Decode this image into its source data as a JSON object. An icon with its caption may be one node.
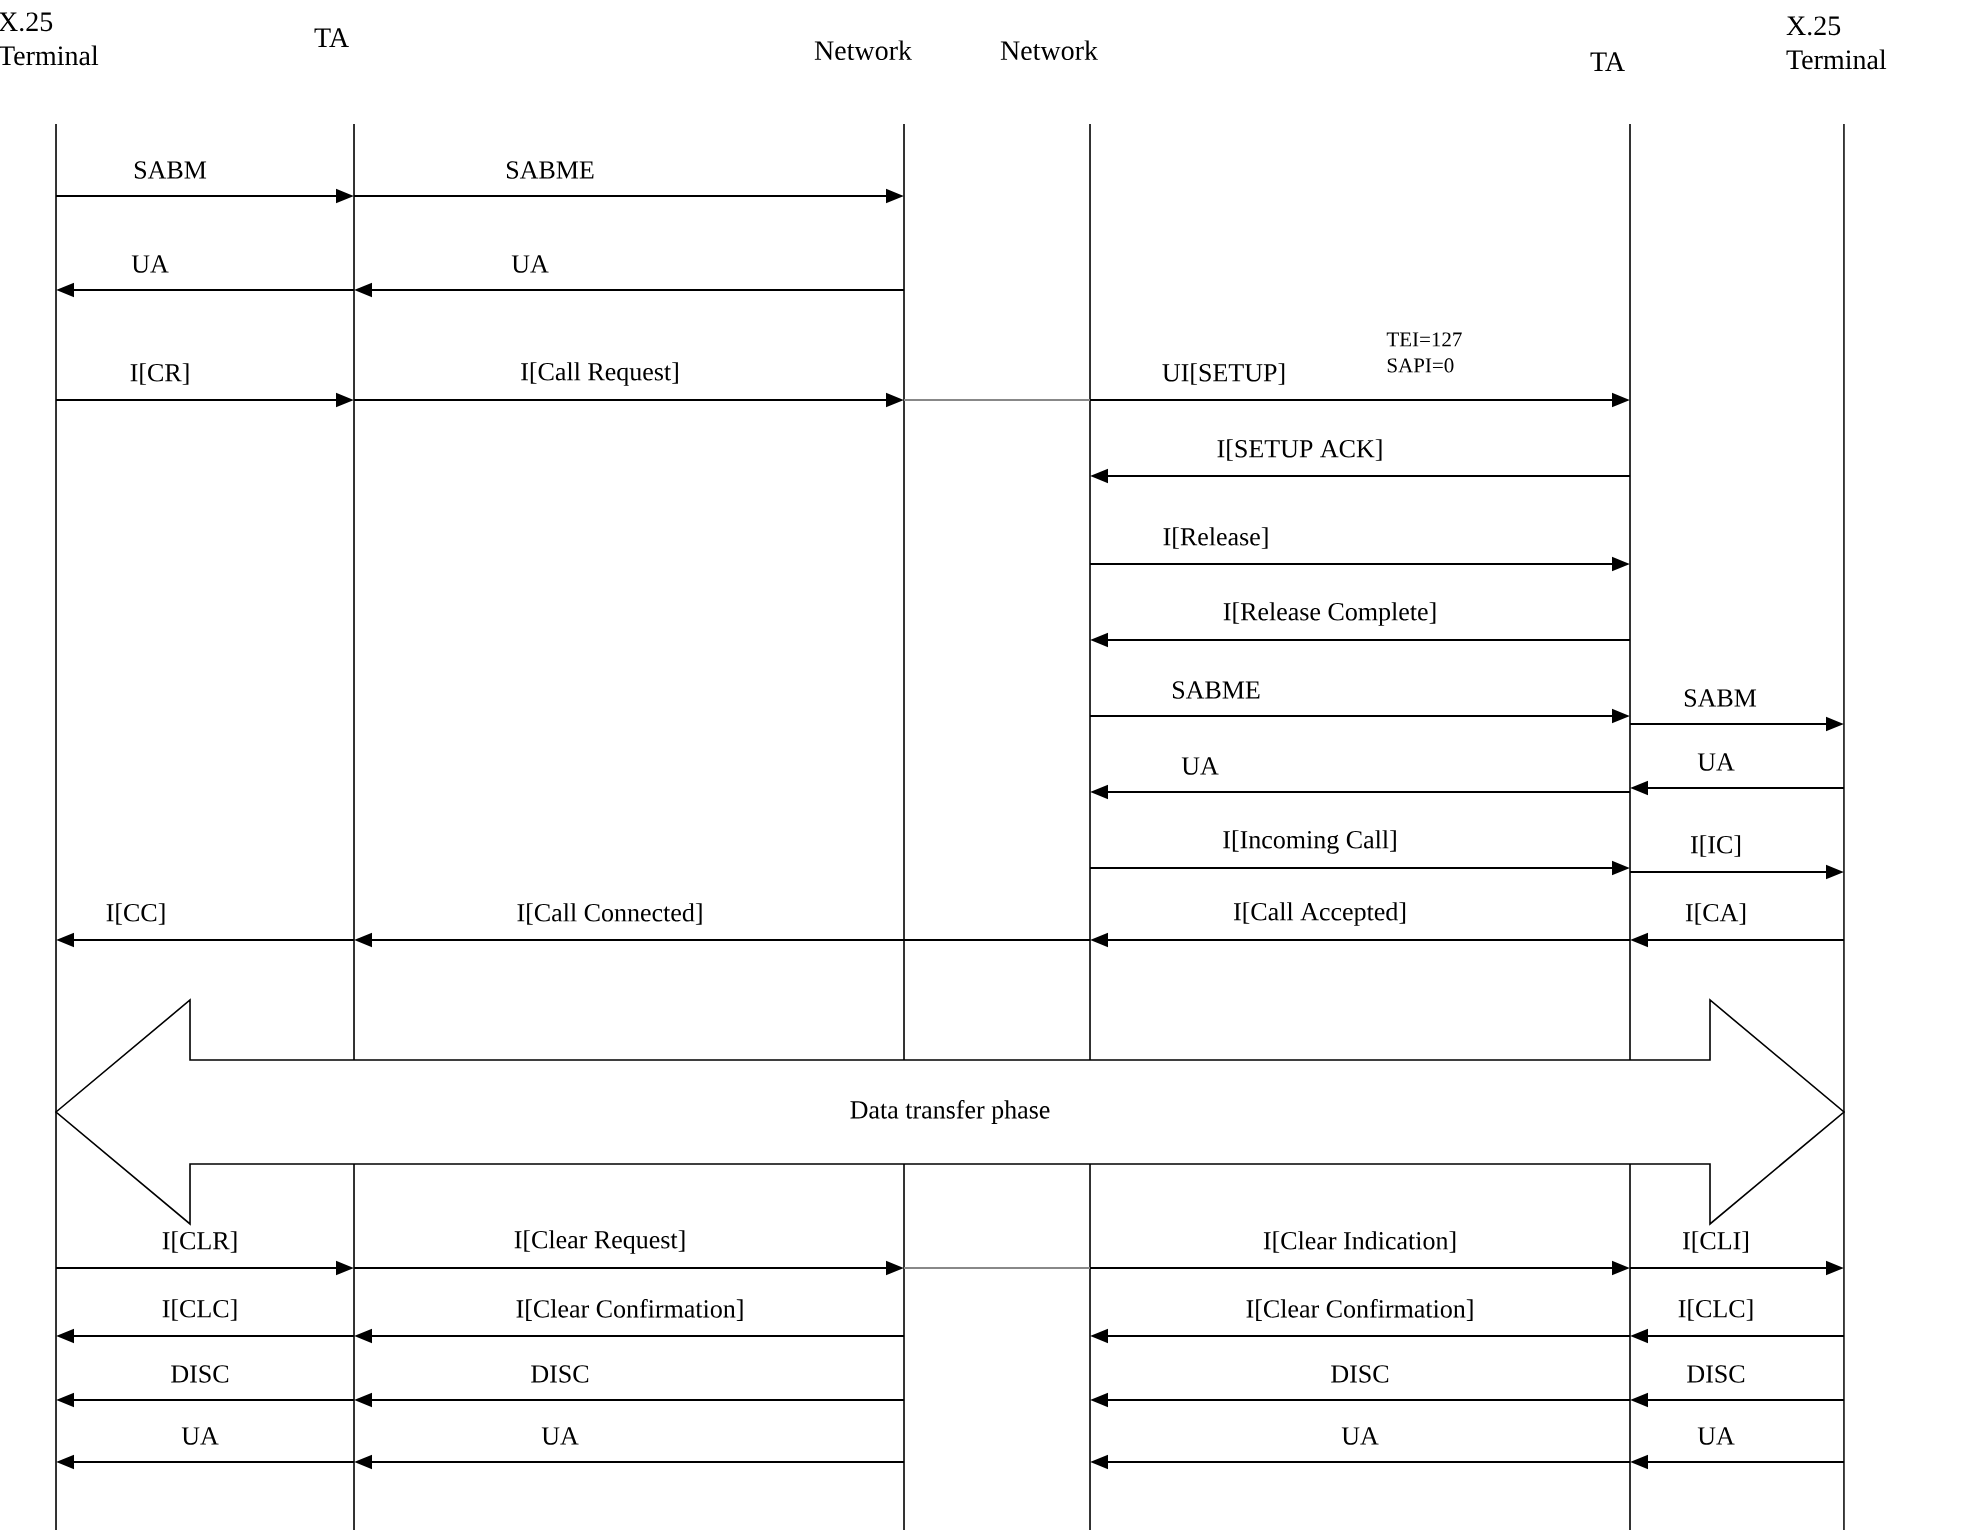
{
  "diagram": {
    "nodes": [
      {
        "text": [
          "X.25 Terminal"
        ]
      },
      {
        "text": [
          "TA"
        ]
      },
      {
        "text": [
          "Network"
        ]
      },
      {
        "text": [
          "Network"
        ]
      },
      {
        "text": [
          "TA"
        ]
      },
      {
        "text": [
          "X.25 Terminal"
        ]
      },
      {
        "text": [
          "Data transfer phase"
        ]
      }
    ],
    "edges": [
      {
        "from": 0,
        "to": 1,
        "arrow": "to",
        "label": "SABM"
      },
      {
        "from": 1,
        "to": 2,
        "arrow": "to",
        "label": "SABME"
      },
      {
        "from": 1,
        "to": 0,
        "arrow": "to",
        "label": "UA"
      },
      {
        "from": 2,
        "to": 1,
        "arrow": "to",
        "label": "UA"
      },
      {
        "from": 0,
        "to": 1,
        "arrow": "to",
        "label": "I[CR]"
      },
      {
        "from": 1,
        "to": 2,
        "arrow": "to",
        "label": "I[Call Request]"
      },
      {
        "from": 2,
        "to": 3,
        "arrow": "none",
        "color": "#888888"
      },
      {
        "from": 3,
        "to": 4,
        "arrow": "to",
        "label": "UI[SETUP]"
      },
      {
        "from": 4,
        "to": 3,
        "arrow": "to",
        "label": "I[SETUP ACK]"
      },
      {
        "from": 3,
        "to": 4,
        "arrow": "to",
        "label": "I[Release]"
      },
      {
        "from": 4,
        "to": 3,
        "arrow": "to",
        "label": "I[Release Complete]"
      },
      {
        "from": 3,
        "to": 4,
        "arrow": "to",
        "label": "SABME"
      },
      {
        "from": 4,
        "to": 5,
        "arrow": "to",
        "label": "SABM"
      },
      {
        "from": 4,
        "to": 3,
        "arrow": "to",
        "label": "UA"
      },
      {
        "from": 5,
        "to": 4,
        "arrow": "to",
        "label": "UA"
      },
      {
        "from": 3,
        "to": 4,
        "arrow": "to",
        "label": "I[Incoming Call]"
      },
      {
        "from": 4,
        "to": 5,
        "arrow": "to",
        "label": "I[IC]"
      },
      {
        "from": 1,
        "to": 0,
        "arrow": "to",
        "label": "I[CC]"
      },
      {
        "from": 3,
        "to": 2,
        "arrow": "none"
      },
      {
        "from": 2,
        "to": 1,
        "arrow": "to",
        "label": "I[Call Connected]"
      },
      {
        "from": 4,
        "to": 3,
        "arrow": "to",
        "label": "I[Call Accepted]"
      },
      {
        "from": 5,
        "to": 4,
        "arrow": "to",
        "label": "I[CA]"
      },
      {
        "from": 0,
        "to": 1,
        "arrow": "to",
        "label": "I[CLR]"
      },
      {
        "from": 1,
        "to": 2,
        "arrow": "to",
        "label": "I[Clear Request]"
      },
      {
        "from": 2,
        "to": 3,
        "arrow": "none",
        "color": "#888888"
      },
      {
        "from": 3,
        "to": 4,
        "arrow": "to",
        "label": "I[Clear Indication]"
      },
      {
        "from": 4,
        "to": 5,
        "arrow": "to",
        "label": "I[CLI]"
      },
      {
        "from": 1,
        "to": 0,
        "arrow": "to",
        "label": "I[CLC]"
      },
      {
        "from": 2,
        "to": 1,
        "arrow": "to",
        "label": "I[Clear Confirmation]"
      },
      {
        "from": 4,
        "to": 3,
        "arrow": "to",
        "label": "I[Clear Confirmation]"
      },
      {
        "from": 5,
        "to": 4,
        "arrow": "to",
        "label": "I[CLC]"
      },
      {
        "from": 1,
        "to": 0,
        "arrow": "to",
        "label": "DISC"
      },
      {
        "from": 2,
        "to": 1,
        "arrow": "to",
        "label": "DISC"
      },
      {
        "from": 4,
        "to": 3,
        "arrow": "to",
        "label": "DISC"
      },
      {
        "from": 5,
        "to": 4,
        "arrow": "to",
        "label": "DISC"
      },
      {
        "from": 1,
        "to": 0,
        "arrow": "to",
        "label": "UA"
      },
      {
        "from": 2,
        "to": 1,
        "arrow": "to",
        "label": "UA"
      },
      {
        "from": 4,
        "to": 3,
        "arrow": "to",
        "label": "UA"
      },
      {
        "from": 5,
        "to": 4,
        "arrow": "to",
        "label": "UA"
      }
    ],
    "labels": [
      "TEI=127 SAPI=0"
    ]
  }
}
